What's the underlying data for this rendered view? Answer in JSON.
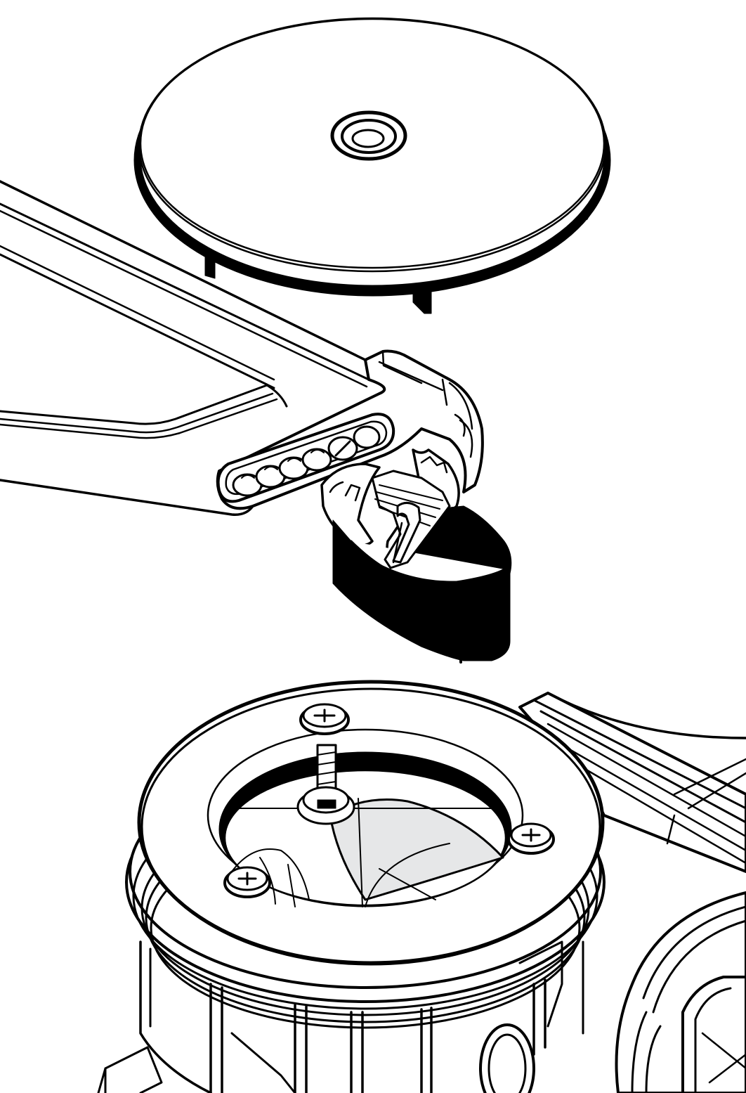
{
  "illustration": {
    "kind": "exploded-assembly-line-drawing",
    "parts": [
      {
        "id": "strainer-cover-disc",
        "icon": "round-cover-icon"
      },
      {
        "id": "adjustable-wrench",
        "icon": "wrench-icon"
      },
      {
        "id": "flange-nut",
        "icon": "nut-icon"
      },
      {
        "id": "drain-flange-with-screws",
        "icon": "drain-flange-icon"
      }
    ],
    "colors": {
      "line": "#000000",
      "background": "#ffffff",
      "shade": "#e6e7e8"
    }
  }
}
